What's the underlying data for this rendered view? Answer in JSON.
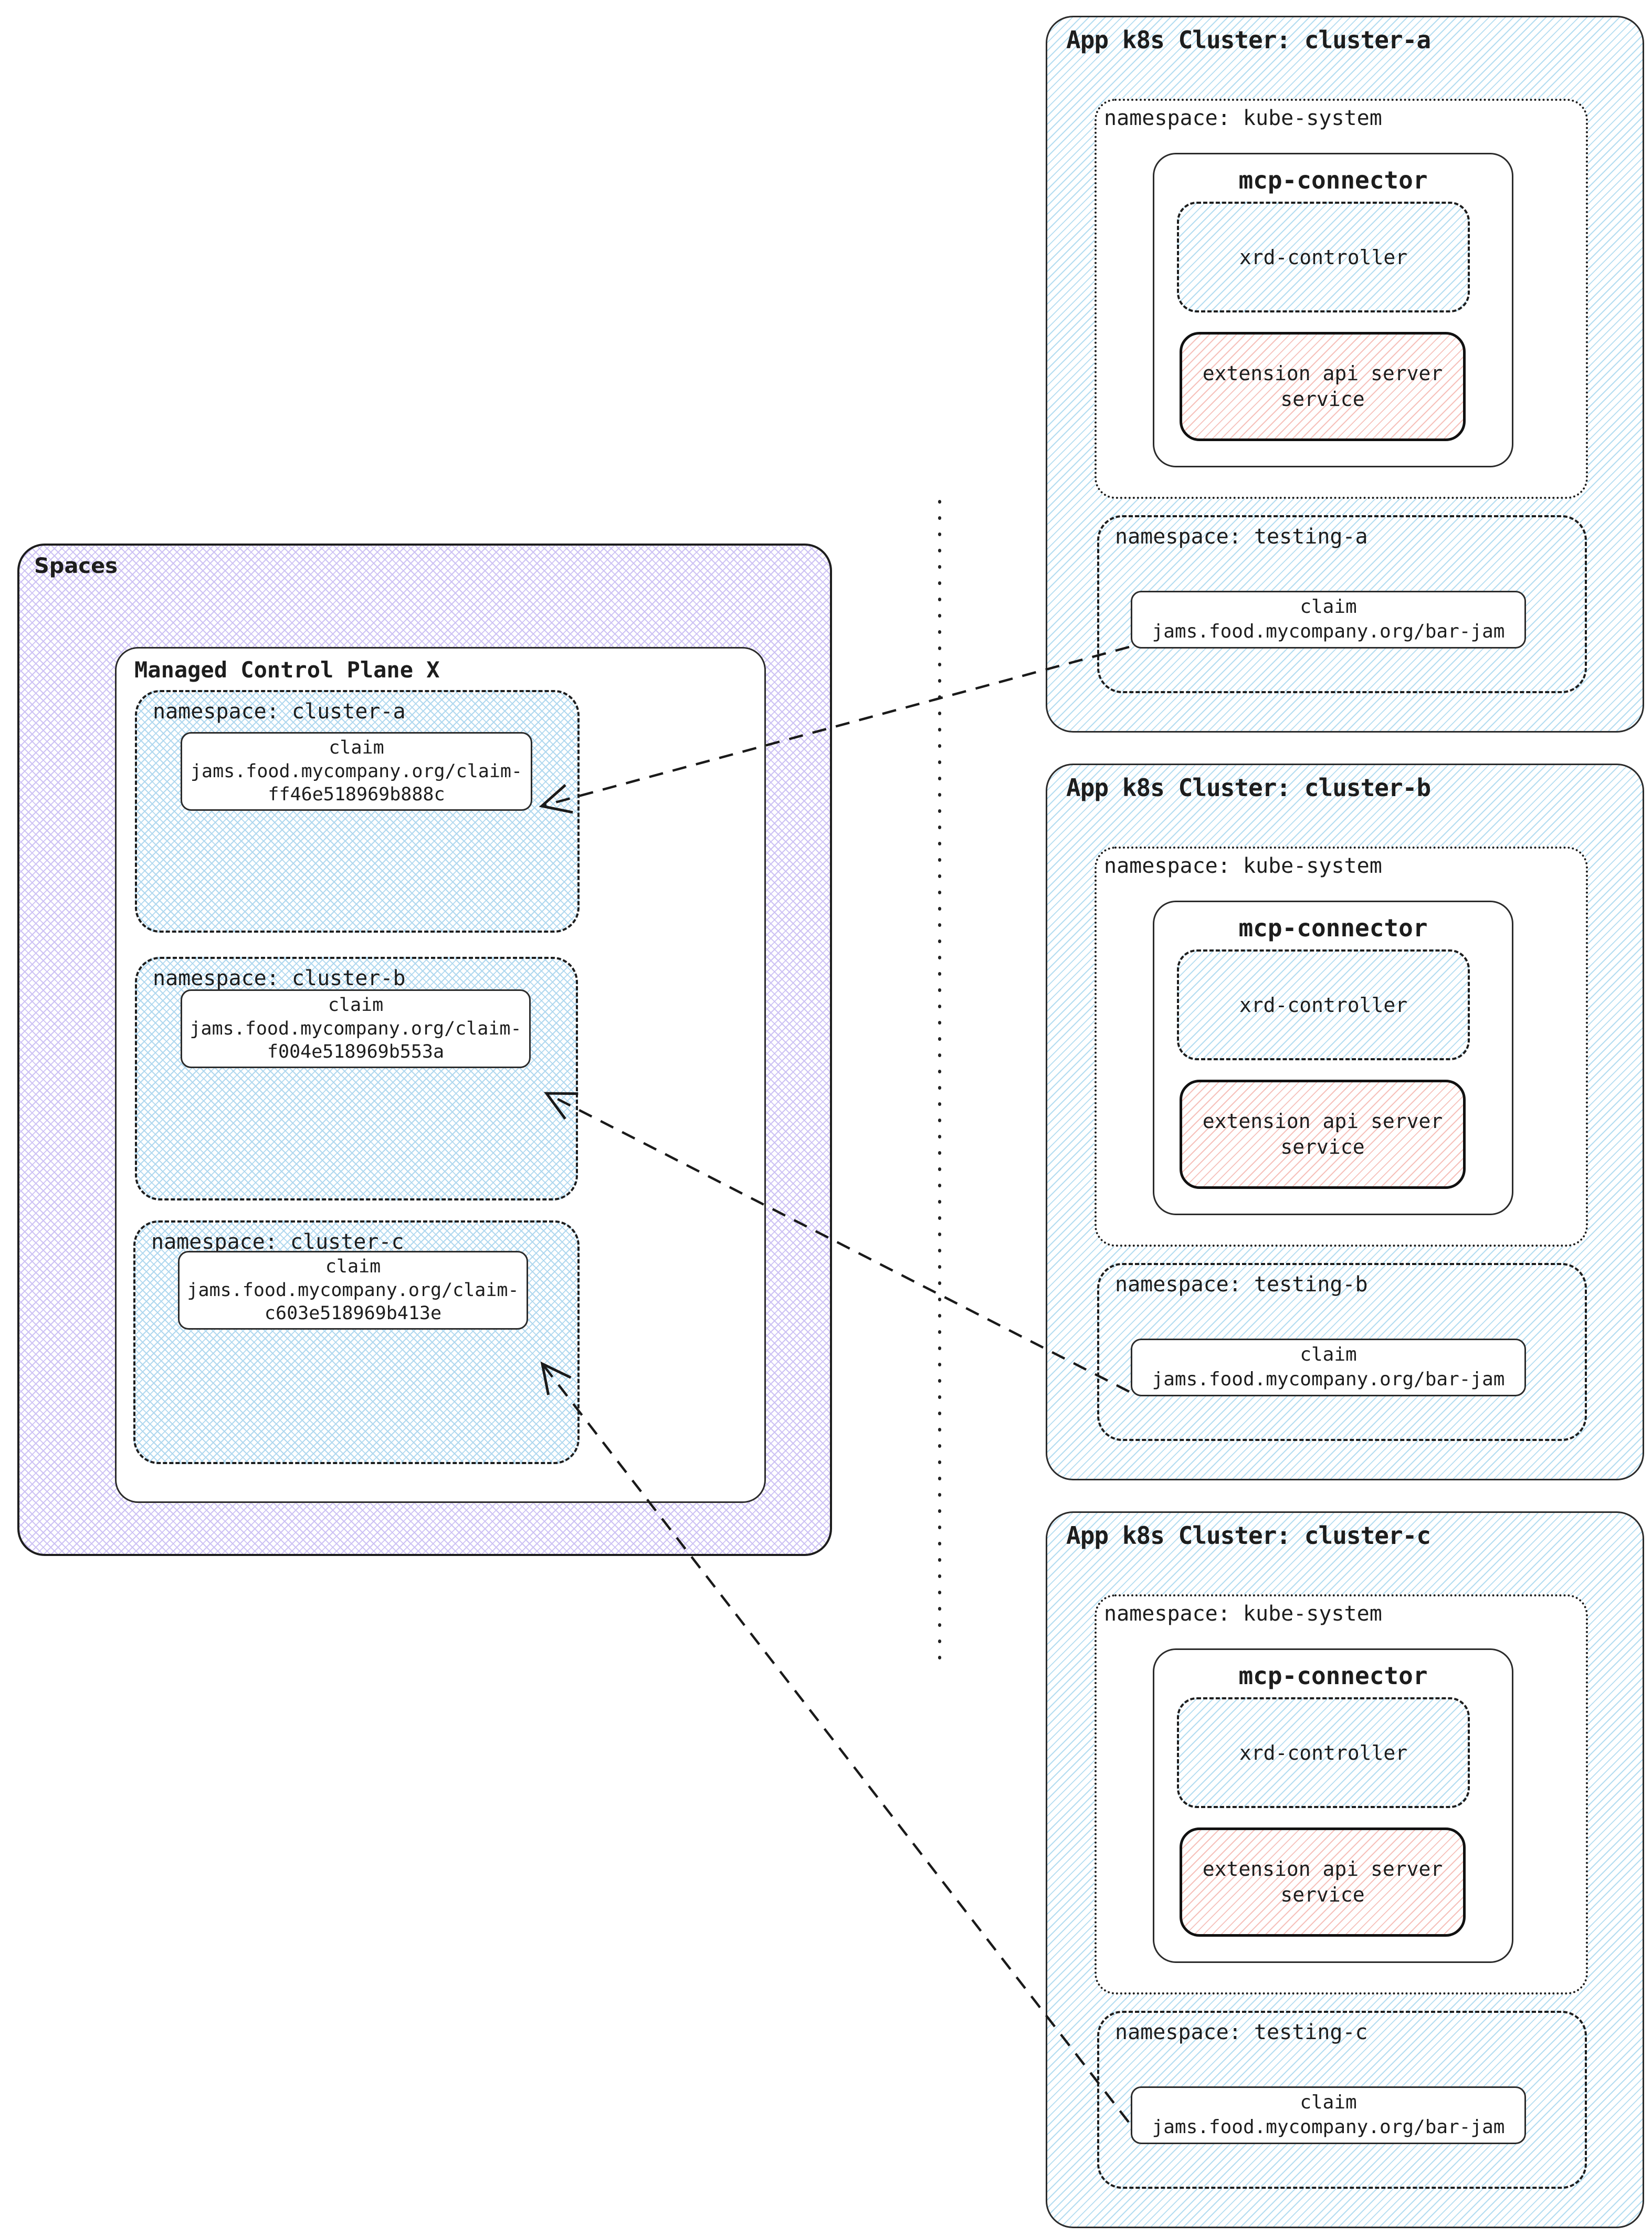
{
  "spaces_panel": {
    "title": "Spaces",
    "control_plane": {
      "title": "Managed Control Plane X",
      "namespaces": [
        {
          "label": "namespace: cluster-a",
          "claim": {
            "kind": "claim",
            "name_line1": "jams.food.mycompany.org/claim-",
            "name_line2": "ff46e518969b888c"
          }
        },
        {
          "label": "namespace: cluster-b",
          "claim": {
            "kind": "claim",
            "name_line1": "jams.food.mycompany.org/claim-",
            "name_line2": "f004e518969b553a"
          }
        },
        {
          "label": "namespace: cluster-c",
          "claim": {
            "kind": "claim",
            "name_line1": "jams.food.mycompany.org/claim-",
            "name_line2": "c603e518969b413e"
          }
        }
      ]
    }
  },
  "clusters": [
    {
      "title": "App k8s Cluster: cluster-a",
      "kube_system": {
        "label": "namespace: kube-system",
        "mcp_connector": {
          "title": "mcp-connector",
          "xrd_controller_label": "xrd-controller",
          "extension_api_line1": "extension api server",
          "extension_api_line2": "service"
        }
      },
      "testing": {
        "label": "namespace: testing-a",
        "claim": {
          "kind": "claim",
          "name": "jams.food.mycompany.org/bar-jam"
        }
      }
    },
    {
      "title": "App k8s Cluster: cluster-b",
      "kube_system": {
        "label": "namespace: kube-system",
        "mcp_connector": {
          "title": "mcp-connector",
          "xrd_controller_label": "xrd-controller",
          "extension_api_line1": "extension api server",
          "extension_api_line2": "service"
        }
      },
      "testing": {
        "label": "namespace: testing-b",
        "claim": {
          "kind": "claim",
          "name": "jams.food.mycompany.org/bar-jam"
        }
      }
    },
    {
      "title": "App k8s Cluster: cluster-c",
      "kube_system": {
        "label": "namespace: kube-system",
        "mcp_connector": {
          "title": "mcp-connector",
          "xrd_controller_label": "xrd-controller",
          "extension_api_line1": "extension api server",
          "extension_api_line2": "service"
        }
      },
      "testing": {
        "label": "namespace: testing-c",
        "claim": {
          "kind": "claim",
          "name": "jams.food.mycompany.org/bar-jam"
        }
      }
    }
  ],
  "colors": {
    "cluster_hatch": "#b4ddf1",
    "namespace_crosshatch": "#b0d8ef",
    "spaces_crosshatch": "#cdc2f4",
    "service_hatch": "#f6c1bb",
    "stroke": "#1a1a1a"
  }
}
